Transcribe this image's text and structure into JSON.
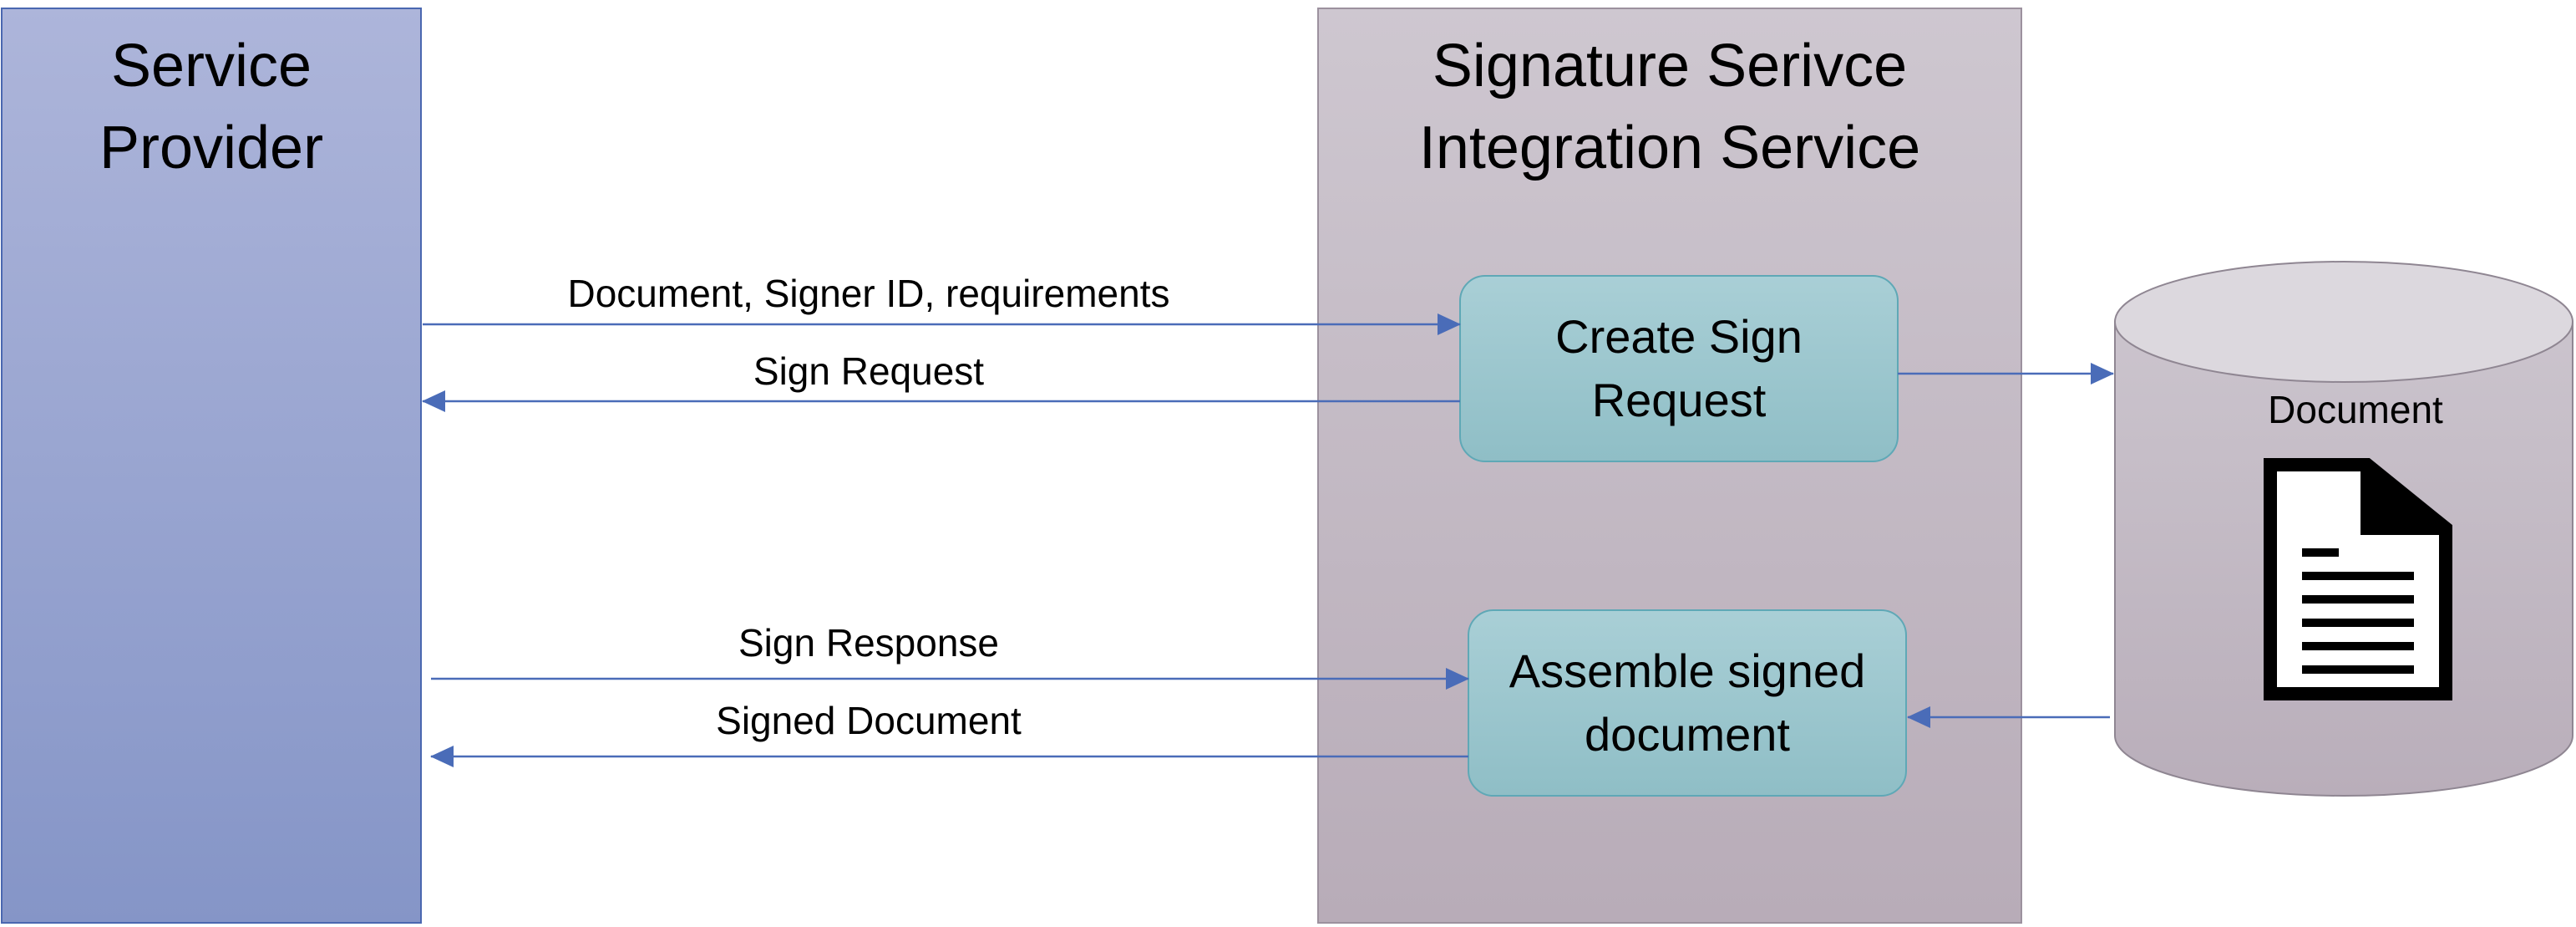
{
  "service_provider": {
    "title_line1": "Service",
    "title_line2": "Provider"
  },
  "integration_service": {
    "title_line1": "Signature Serivce",
    "title_line2": "Integration Service"
  },
  "create_sign_request": {
    "line1": "Create Sign",
    "line2": "Request"
  },
  "assemble_signed_document": {
    "line1": "Assemble signed",
    "line2": "document"
  },
  "document_store": {
    "label": "Document",
    "icon": "document-icon"
  },
  "flows": {
    "document_signer_requirements": "Document, Signer ID, requirements",
    "sign_request": "Sign Request",
    "sign_response": "Sign Response",
    "signed_document": "Signed Document"
  },
  "colors": {
    "provider_top": "#adb5da",
    "provider_bottom": "#8595c7",
    "integration_top": "#cec7d0",
    "integration_bottom": "#b8acb8",
    "box_top": "#a9cfd6",
    "box_bottom": "#8fbec6",
    "arrow": "#4a6cb8",
    "cylinder": "#c4bdc6"
  }
}
